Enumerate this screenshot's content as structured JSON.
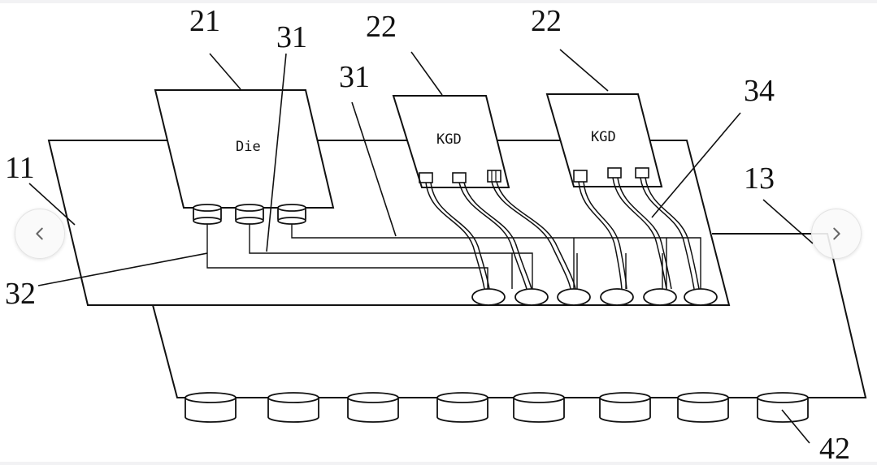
{
  "diagram": {
    "chip_labels": {
      "die": "Die",
      "kgd_1": "KGD",
      "kgd_2": "KGD"
    },
    "reference_numerals": {
      "n21": "21",
      "n31_a": "31",
      "n31_b": "31",
      "n22_a": "22",
      "n22_b": "22",
      "n34": "34",
      "n11": "11",
      "n13": "13",
      "n32": "32",
      "n42": "42"
    }
  },
  "navigation": {
    "prev_icon": "chevron-left-icon",
    "next_icon": "chevron-right-icon"
  }
}
